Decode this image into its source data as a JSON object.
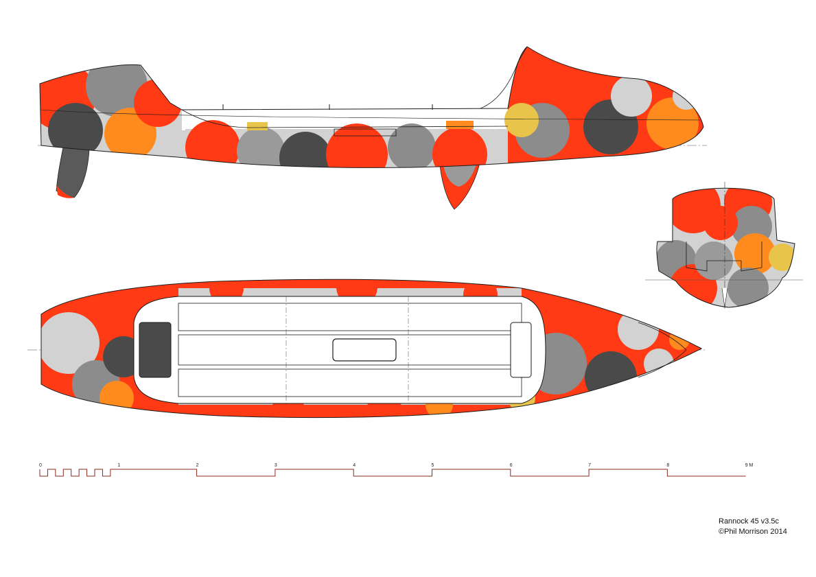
{
  "title": {
    "name": "Rannock 45 v3.5c",
    "copyright": "©Phil Morrison 2014"
  },
  "scale": {
    "labels": [
      "0",
      "1",
      "2",
      "3",
      "4",
      "5",
      "6",
      "7",
      "8",
      "9 M"
    ]
  },
  "colors": {
    "red": "#ff3a14",
    "orange": "#ff8a1e",
    "yellow": "#e8c44a",
    "dark_grey": "#4a4a4a",
    "mid_grey": "#8c8c8c",
    "light_grey": "#d2d2d2",
    "outline": "#1a1a1a",
    "scale_red": "#8b2a1e"
  }
}
